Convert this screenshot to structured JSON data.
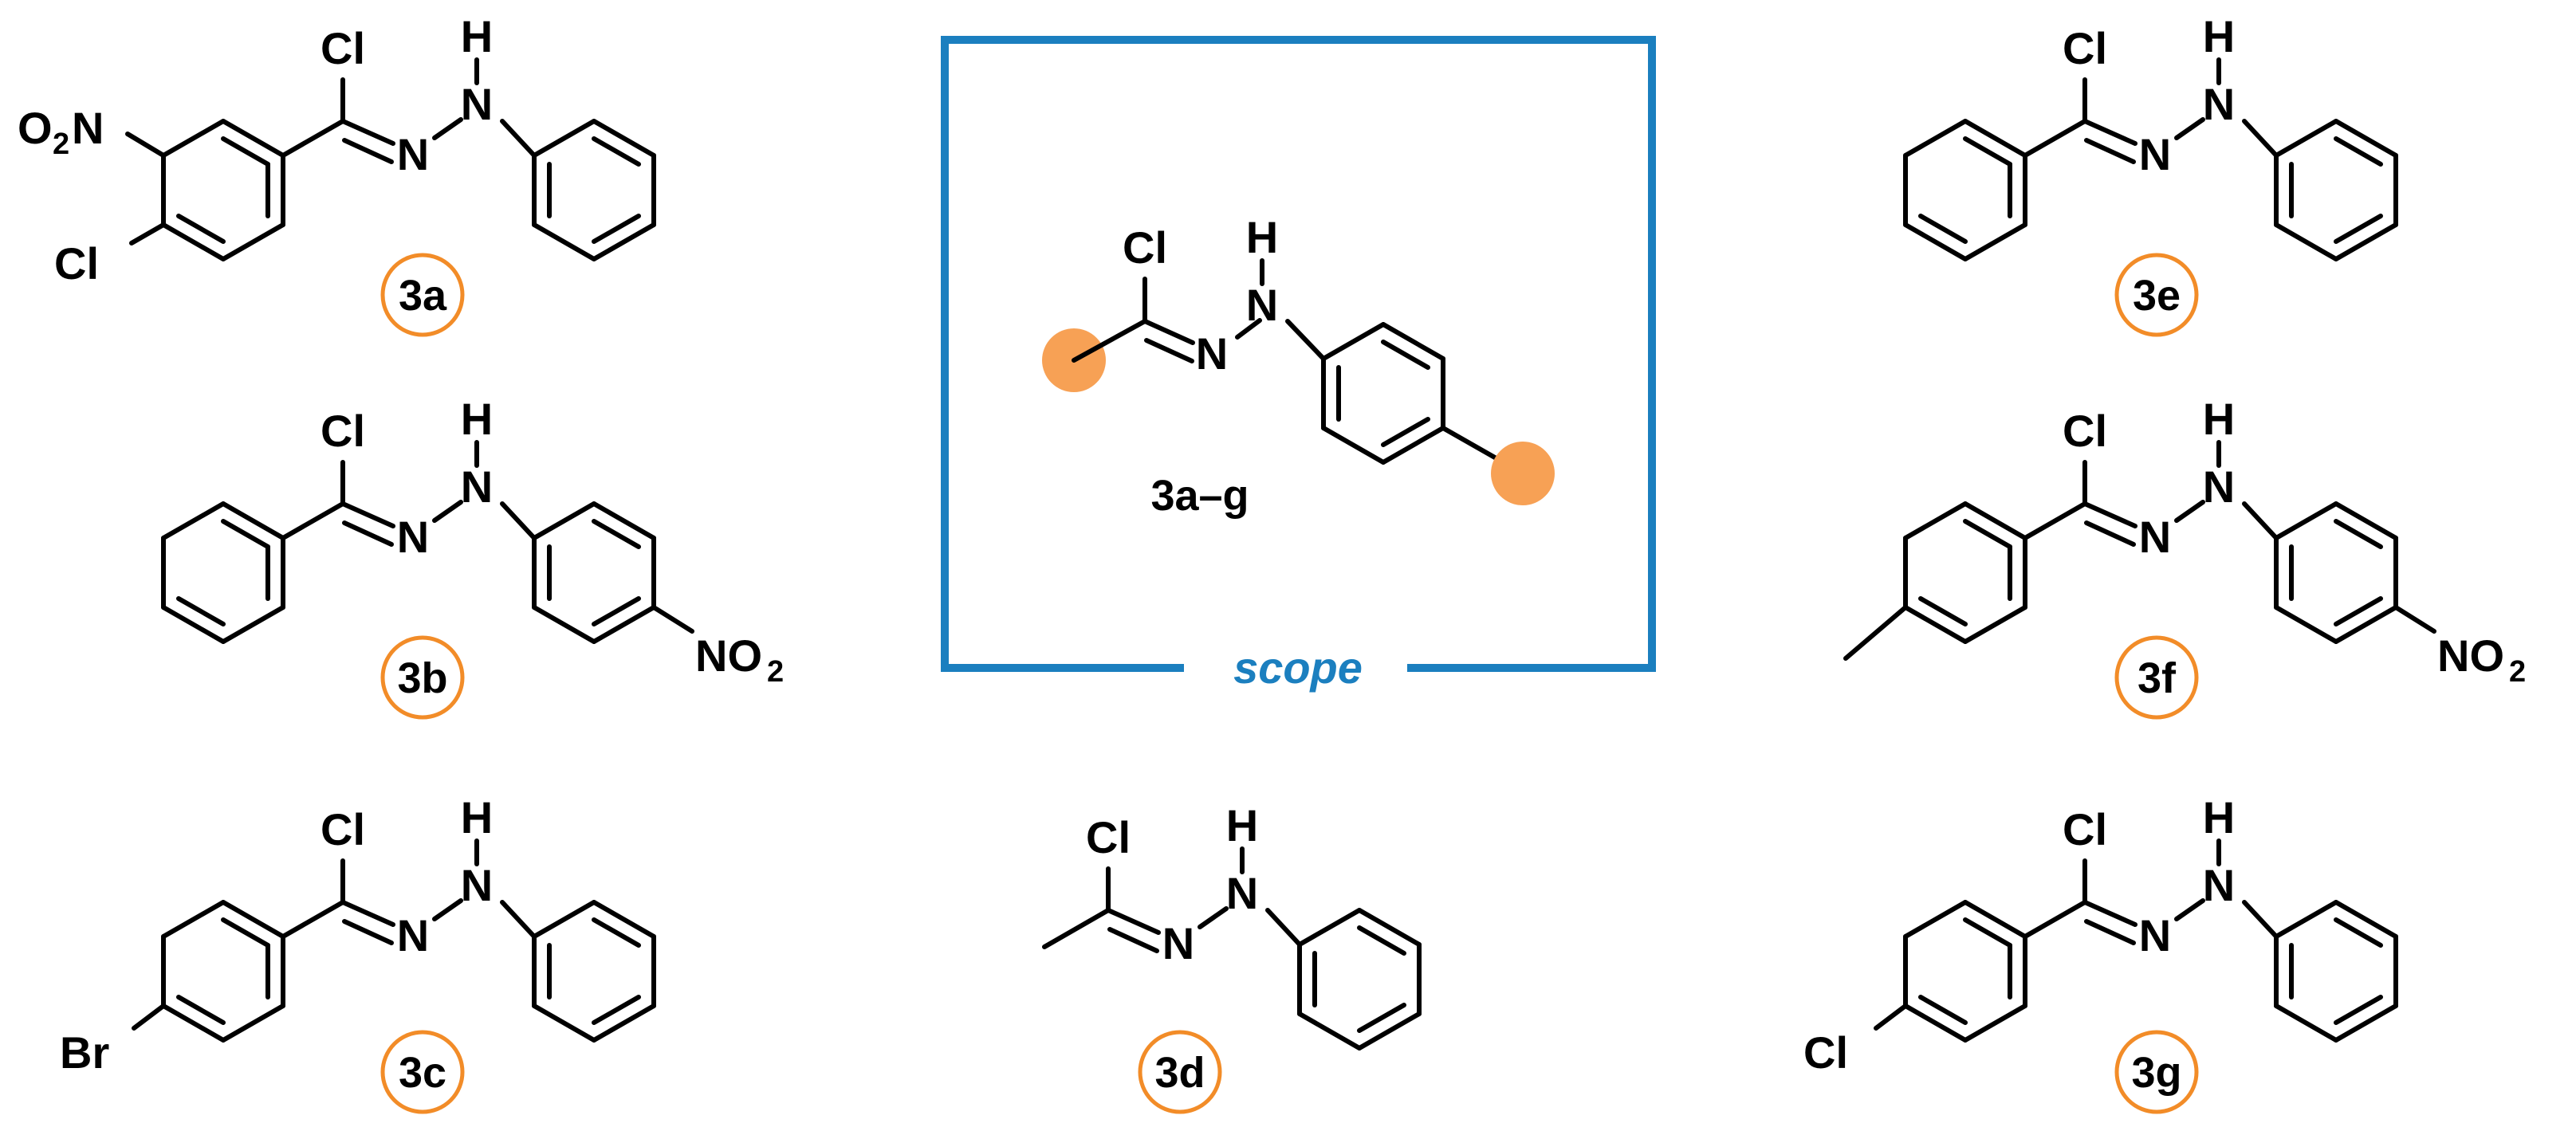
{
  "atoms": {
    "cl": "Cl",
    "n": "N",
    "h": "H",
    "o": "O",
    "two": "2",
    "no": "NO",
    "br": "Br"
  },
  "compounds": [
    {
      "id": "3a",
      "label": "3a"
    },
    {
      "id": "3b",
      "label": "3b"
    },
    {
      "id": "3c",
      "label": "3c"
    },
    {
      "id": "3d",
      "label": "3d"
    },
    {
      "id": "3e",
      "label": "3e"
    },
    {
      "id": "3f",
      "label": "3f"
    },
    {
      "id": "3g",
      "label": "3g"
    }
  ],
  "scope_box": {
    "label": "3a–g",
    "caption": "scope"
  },
  "colors": {
    "label_ring": "#F28C28",
    "scope_frame": "#1B7FBF",
    "substituent_dot": "#F7A155"
  }
}
